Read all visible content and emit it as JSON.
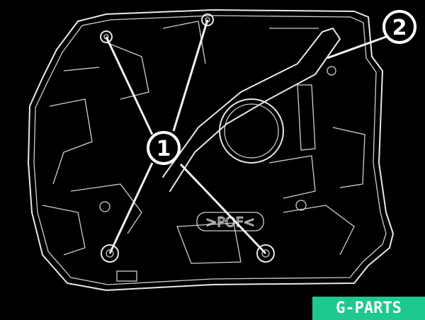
{
  "diagram": {
    "callouts": [
      {
        "number": "1"
      },
      {
        "number": "2"
      }
    ],
    "part_marking": ">POF<",
    "watermark": "G-PARTS",
    "colors": {
      "background": "#000000",
      "lines": "#e8e8e8",
      "logo": "#1fc98e"
    }
  }
}
